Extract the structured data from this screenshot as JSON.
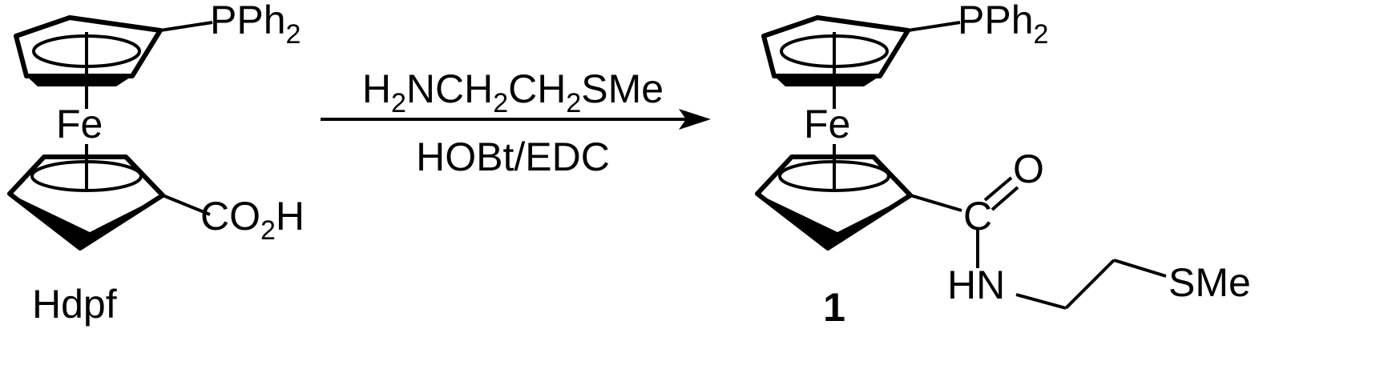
{
  "reactant": {
    "name": "Hdpf",
    "phosphine": {
      "main": "PPh",
      "sub": "2"
    },
    "metal": "Fe",
    "acid": {
      "a": "CO",
      "sub": "2",
      "b": "H"
    }
  },
  "reagents": {
    "above": [
      {
        "t": "H",
        "s": false
      },
      {
        "t": "2",
        "s": true
      },
      {
        "t": "NCH",
        "s": false
      },
      {
        "t": "2",
        "s": true
      },
      {
        "t": "CH",
        "s": false
      },
      {
        "t": "2",
        "s": true
      },
      {
        "t": "SMe",
        "s": false
      }
    ],
    "below": "HOBt/EDC"
  },
  "product": {
    "number": "1",
    "phosphine": {
      "main": "PPh",
      "sub": "2"
    },
    "metal": "Fe",
    "carbonyl_c": "C",
    "carbonyl_o": "O",
    "nh": "HN",
    "sme": "SMe"
  }
}
